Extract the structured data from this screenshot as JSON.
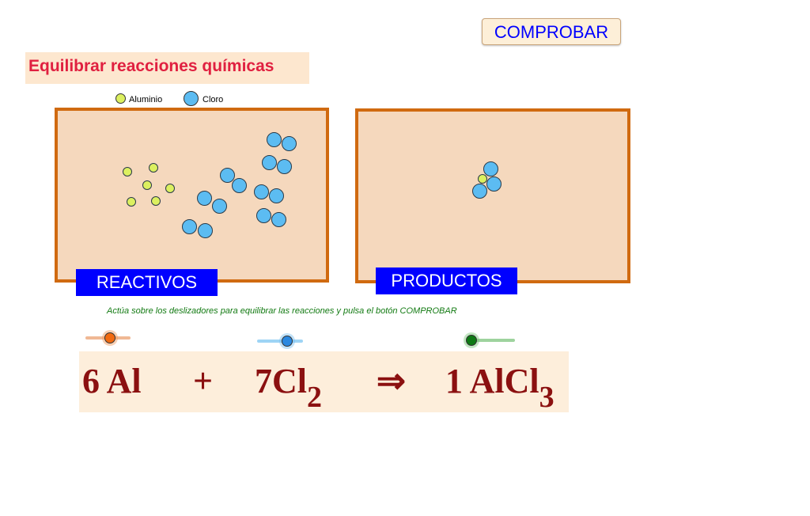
{
  "buttons": {
    "check_label": "COMPROBAR"
  },
  "title": "Equilibrar reacciones químicas",
  "legend": {
    "aluminum_label": "Aluminio",
    "chlorine_label": "Cloro"
  },
  "boxes": {
    "reactants_label": "REACTIVOS",
    "products_label": "PRODUCTOS"
  },
  "instruction": "Actúa sobre los deslizadores para equilibrar las reacciones y  pulsa el botón COMPROBAR",
  "sliders": {
    "aluminum_coefficient": 6,
    "chlorine_coefficient": 7,
    "product_coefficient": 1
  },
  "equation": {
    "al_coef": "6",
    "al_symbol": "Al",
    "plus": "+",
    "cl_coef": "7",
    "cl_symbol": "Cl",
    "cl_sub": "2",
    "arrow": "⇒",
    "prod_coef": "1",
    "prod_symbol": "AlCl",
    "prod_sub": "3"
  },
  "colors": {
    "aluminum": "#dcf060",
    "chlorine": "#5cbcf2",
    "box_border": "#d06a10",
    "box_fill": "#f5d8bd",
    "label_bg": "#0000ff",
    "equation_text": "#8b1010",
    "title_text": "#e02040"
  }
}
